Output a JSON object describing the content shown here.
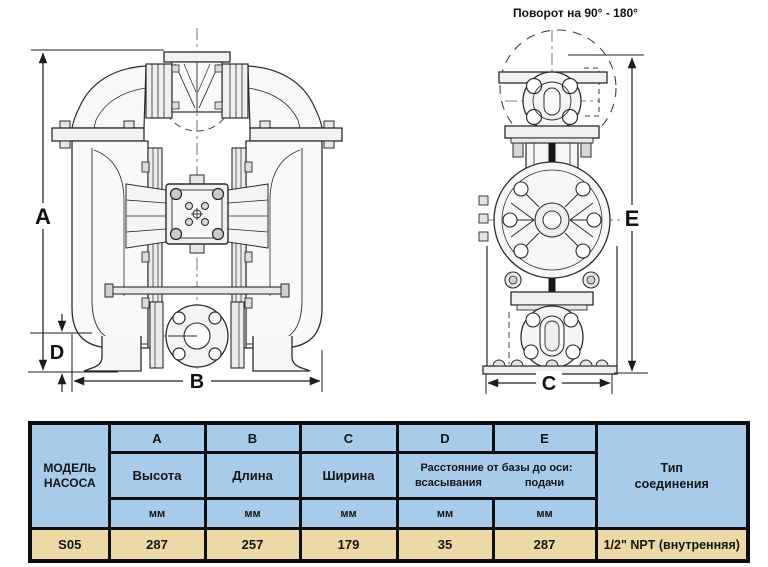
{
  "colors": {
    "table_header_bg": "#A8CBEA",
    "table_row_bg": "#ECD9A6",
    "table_border": "#0D0D0D",
    "drawing_line": "#2B2B2B"
  },
  "drawing": {
    "rotation_note": "Поворот на 90° - 180°",
    "dim_letters": [
      "A",
      "B",
      "C",
      "D",
      "E"
    ]
  },
  "table": {
    "model_header": "МОДЕЛЬ НАСОСА",
    "letter_headers": [
      "A",
      "B",
      "C",
      "D",
      "E"
    ],
    "param_headers": [
      "Высота",
      "Длина",
      "Ширина"
    ],
    "distance_group": {
      "title": "Расстояние от базы до оси:",
      "left": "всасывания",
      "right": "подачи"
    },
    "connection_header": {
      "line1": "Тип",
      "line2": "соединения"
    },
    "unit": "мм",
    "row": {
      "model": "S05",
      "A": "287",
      "B": "257",
      "C": "179",
      "D": "35",
      "E": "287",
      "connection": "1/2\" NPT (внутренняя)"
    }
  }
}
